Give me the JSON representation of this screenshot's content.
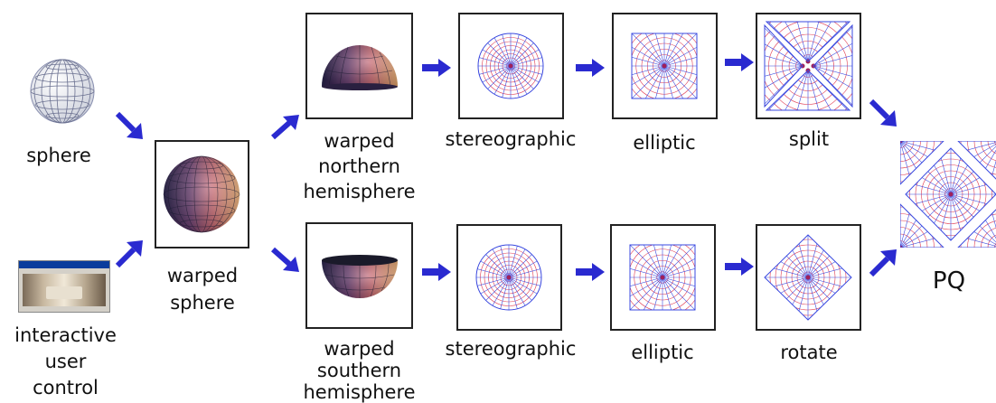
{
  "inputs": {
    "sphere_label": "sphere",
    "control_label": "interactive\nuser\ncontrol"
  },
  "center": {
    "warped_sphere_label": "warped\nsphere"
  },
  "top_row": {
    "hemisphere_label": "warped\nnorthern\nhemisphere",
    "stereographic_label": "stereographic",
    "elliptic_label": "elliptic",
    "split_label": "split"
  },
  "bottom_row": {
    "hemisphere_label": "warped\nsouthern\nhemisphere",
    "stereographic_label": "stereographic",
    "elliptic_label": "elliptic",
    "rotate_label": "rotate"
  },
  "output": {
    "pq_label": "PQ"
  },
  "colors": {
    "arrow": "#2a2ad0",
    "grid_radial": "#e03a50",
    "grid_circle": "#3a4ae0",
    "box_border": "#222222"
  }
}
